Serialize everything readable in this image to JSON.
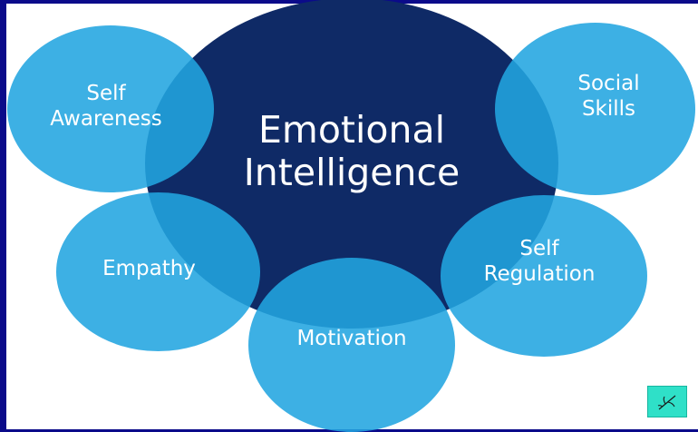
{
  "diagram": {
    "center": {
      "label": "Emotional\nIntelligence",
      "color": "#0f2a66"
    },
    "nodes": [
      {
        "id": "self-awareness",
        "label": "Self\nAwareness"
      },
      {
        "id": "social-skills",
        "label": "Social\nSkills"
      },
      {
        "id": "empathy",
        "label": "Empathy"
      },
      {
        "id": "self-regulation",
        "label": "Self\nRegulation"
      },
      {
        "id": "motivation",
        "label": "Motivation"
      }
    ],
    "node_color": "#22a5e0",
    "edge_color": "#0b0b8a"
  },
  "badge": {
    "icon": "sprig-icon",
    "color": "#2fe0c8"
  }
}
